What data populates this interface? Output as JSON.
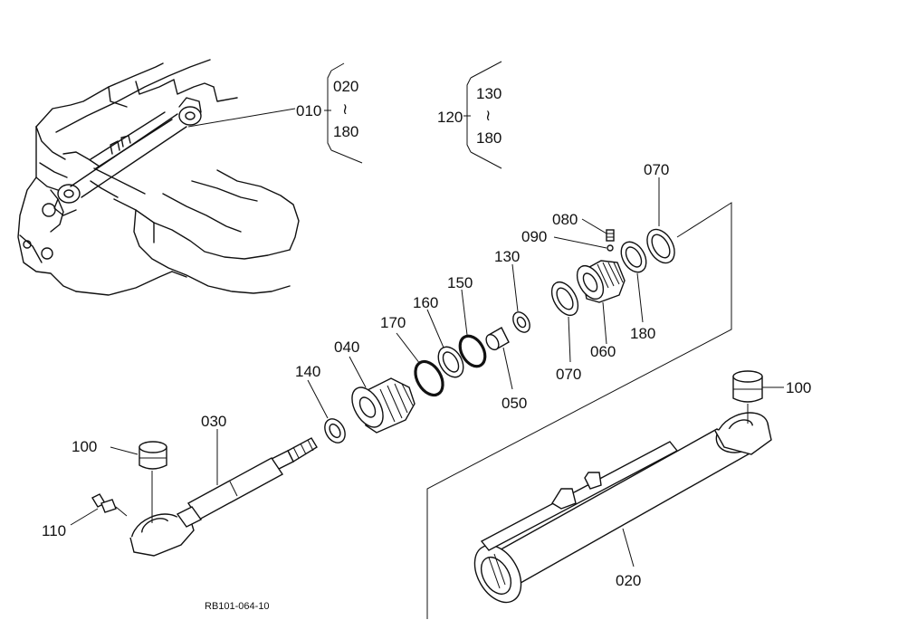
{
  "callouts": {
    "p010": "010",
    "p020_range_start": "020",
    "p020_range_tilde": "≀",
    "p020_range_end": "180",
    "p120": "120",
    "p130_range_start": "130",
    "p130_range_tilde": "≀",
    "p130_range_end": "180",
    "p070_top": "070",
    "p080": "080",
    "p090": "090",
    "p130": "130",
    "p150": "150",
    "p160": "160",
    "p170": "170",
    "p040": "040",
    "p140": "140",
    "p030": "030",
    "p100_left": "100",
    "p110": "110",
    "p050": "050",
    "p070_mid": "070",
    "p060": "060",
    "p180": "180",
    "p100_right": "100",
    "p020": "020"
  },
  "figure_code": "RB101-064-10"
}
